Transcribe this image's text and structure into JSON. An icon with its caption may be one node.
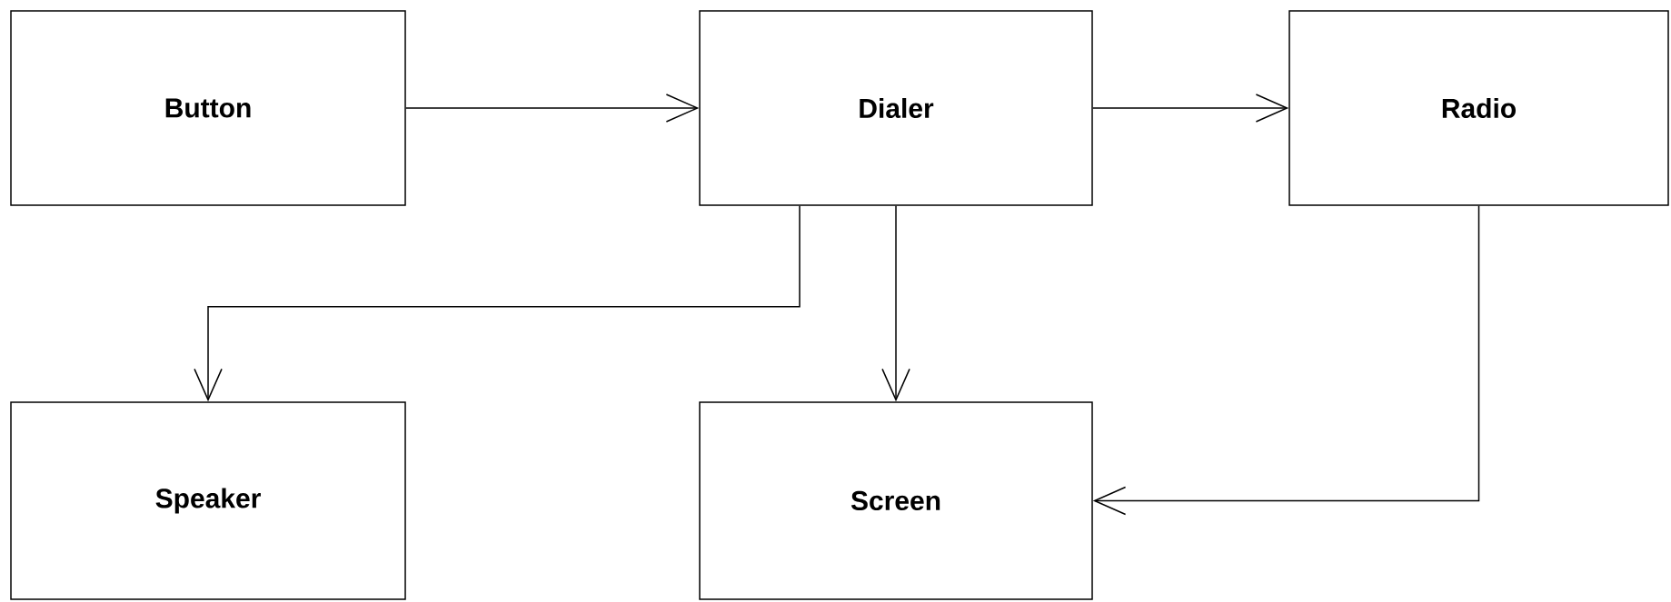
{
  "diagram": {
    "nodes": [
      {
        "text": [
          "Button"
        ]
      },
      {
        "text": [
          "Dialer"
        ]
      },
      {
        "text": [
          "Radio"
        ]
      },
      {
        "text": [
          "Speaker"
        ]
      },
      {
        "text": [
          "Screen"
        ]
      }
    ],
    "edges": [
      {
        "from": 0,
        "to": 1,
        "arrow": "to"
      },
      {
        "from": 1,
        "to": 2,
        "arrow": "to"
      },
      {
        "from": 1,
        "to": 3,
        "arrow": "to"
      },
      {
        "from": 1,
        "to": 4,
        "arrow": "to"
      },
      {
        "from": 2,
        "to": 4,
        "arrow": "to"
      }
    ]
  }
}
